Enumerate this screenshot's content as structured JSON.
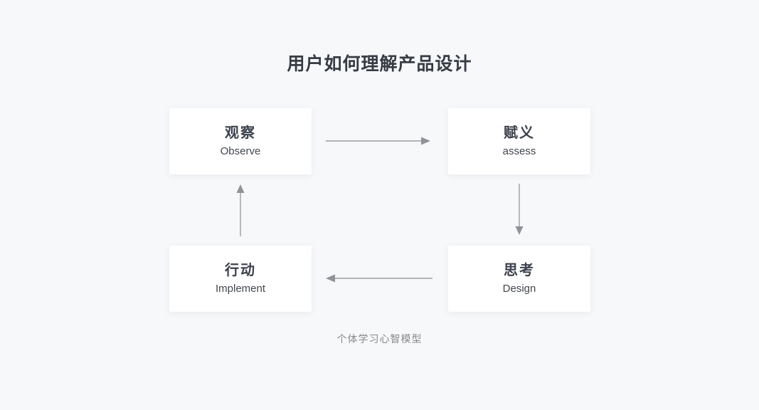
{
  "page": {
    "title": "用户如何理解产品设计",
    "caption": "个体学习心智模型"
  },
  "nodes": [
    {
      "id": "observe",
      "label_zh": "观察",
      "label_en": "Observe"
    },
    {
      "id": "assess",
      "label_zh": "赋义",
      "label_en": "assess"
    },
    {
      "id": "design",
      "label_zh": "思考",
      "label_en": "Design"
    },
    {
      "id": "implement",
      "label_zh": "行动",
      "label_en": "Implement"
    }
  ],
  "arrows": [
    {
      "from": "observe",
      "to": "assess",
      "direction": "right"
    },
    {
      "from": "assess",
      "to": "design",
      "direction": "down"
    },
    {
      "from": "design",
      "to": "implement",
      "direction": "left"
    },
    {
      "from": "implement",
      "to": "observe",
      "direction": "up"
    }
  ],
  "colors": {
    "background": "#f7f8fa",
    "card": "#ffffff",
    "title_text": "#363b44",
    "node_text": "#3c414b",
    "arrow": "#9b9ea3",
    "caption_text": "#87898c"
  }
}
